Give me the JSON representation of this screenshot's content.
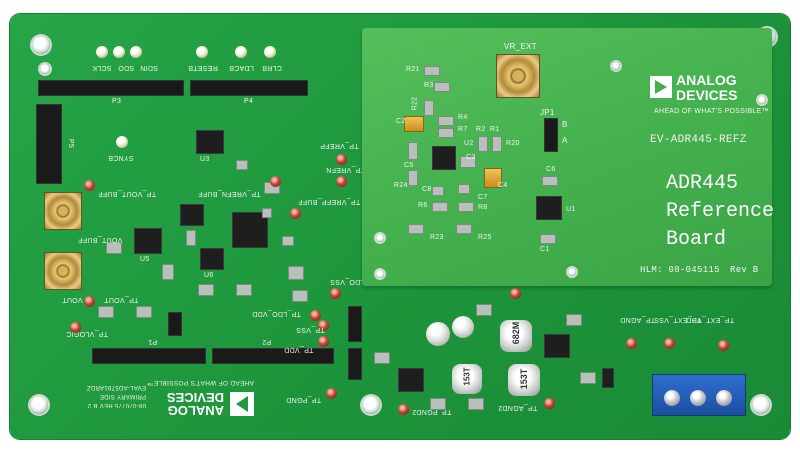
{
  "colors": {
    "pcb_main": "#1f9a3e",
    "pcb_daughter": "#46b54f",
    "silkscreen": "#f2f2f2",
    "terminal_block": "#2163c4"
  },
  "main_board": {
    "top_labels": {
      "sdin": "SDIN",
      "sclk": "SCLK",
      "sdo": "SDO",
      "reset": "RESETB",
      "ldac": "LDACB",
      "clr": "CLRB",
      "p3": "P3",
      "p4": "P4",
      "p5": "P5"
    },
    "left_labels": {
      "sync": "SYNCB",
      "vout_buff": "VOUT_BUFF",
      "tp_vout_buff": "TP_VOUT_BUFF",
      "vout": "VOUT",
      "tp_vout": "TP_VOUT",
      "tp_vlogic": "TP_VLOGIC",
      "tp_vrefn_buff": "TP_VREFN_BUFF",
      "tp_vrefp_buff": "TP_VREFP_BUFF",
      "tp_vrefp": "TP_VREFP",
      "tp_vrefn": "TP_VREFN",
      "u3": "U3",
      "u5": "U5",
      "u6": "U6",
      "p1": "P1",
      "p2": "P2"
    },
    "power_labels": {
      "tp_ldo_vss": "TP_LDO_VSS",
      "tp_ldo_vdd": "TP_LDO_VDD",
      "tp_vdd": "TP_VDD",
      "tp_vss": "TP_VSS",
      "tp_pgnd": "TP_PGND",
      "tp_pgnd2": "TP_PGND2",
      "tp_agnd2": "TP_AGND2",
      "tp_ext_vdd": "TP_EXT_VDD",
      "tp_ext_vss": "TP_EXT_VSS",
      "tp_agnd": "TP_AGND",
      "l1_mark": "153T",
      "l2_mark": "682M",
      "l_mark": "153T"
    },
    "bottom_labels": {
      "tagline": "AHEAD OF WHAT'S POSSIBLE™",
      "logo_line1": "ANALOG",
      "logo_line2": "DEVICES",
      "board_id_line1": "08-070775 REV B 2",
      "board_id_line2": "PRIMARY SIDE",
      "board_id_line3": "EVAL-AD5791ARDZ"
    }
  },
  "daughter_board": {
    "logo_line1": "ANALOG",
    "logo_line2": "DEVICES",
    "tagline": "AHEAD OF WHAT'S POSSIBLE™",
    "board_name": "EV-ADR445-REFZ",
    "title_lines": [
      "ADR445",
      "Reference",
      "Board"
    ],
    "hlm": "HLM: 08-045115",
    "rev": "Rev B",
    "vr_ext": "VR_EXT",
    "jp1": "JP1",
    "jp_a": "A",
    "jp_b": "B",
    "refs": {
      "r21": "R21",
      "r3": "R3",
      "r22": "R22",
      "r4": "R4",
      "r7": "R7",
      "r2": "R2",
      "r1": "R1",
      "u2": "U2",
      "r20": "R20",
      "c3": "C3",
      "c4": "C4",
      "c5": "C5",
      "c6": "C6",
      "c7": "C7",
      "c8": "C8",
      "r24": "R24",
      "r6": "R6",
      "r8": "R8",
      "u1": "U1",
      "r23": "R23",
      "r25": "R25",
      "c1": "C1",
      "c2": "C2"
    }
  }
}
